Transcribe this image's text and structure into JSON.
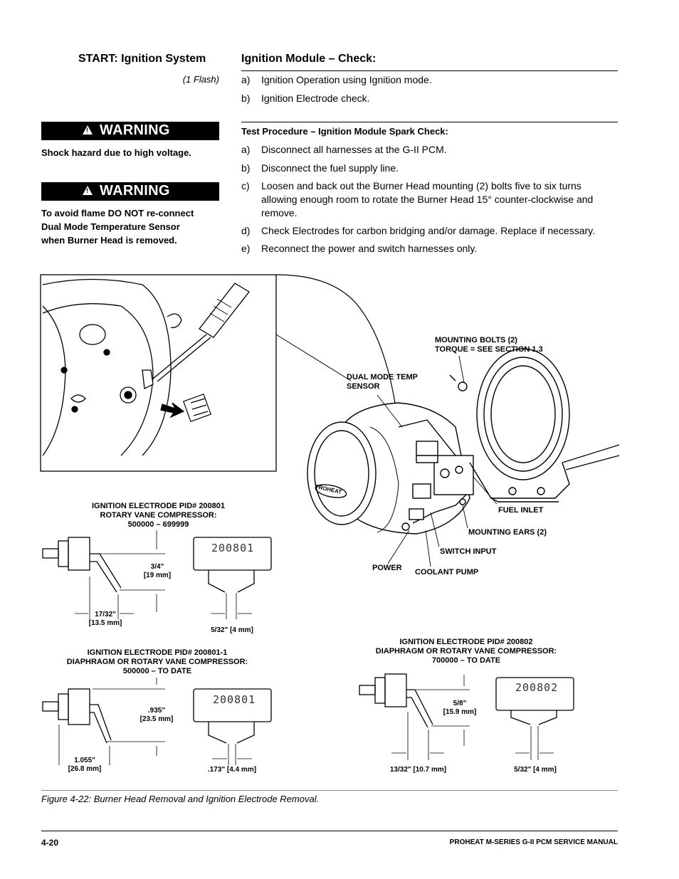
{
  "left": {
    "heading": "START: Ignition System",
    "subheading": "(1 Flash)",
    "warning1": {
      "label": "WARNING",
      "text": "Shock hazard due to high voltage."
    },
    "warning2": {
      "label": "WARNING",
      "lines": [
        "To avoid flame DO NOT re-connect",
        "Dual Mode Temperature Sensor",
        "when Burner Head is removed."
      ]
    }
  },
  "right": {
    "heading": "Ignition Module – Check:",
    "checks": [
      {
        "key": "a)",
        "text": "Ignition Operation using Ignition mode."
      },
      {
        "key": "b)",
        "text": "Ignition Electrode check."
      }
    ],
    "procedure_title": "Test Procedure – Ignition Module Spark Check:",
    "steps": [
      {
        "key": "a)",
        "text": "Disconnect all harnesses at the G-II PCM."
      },
      {
        "key": "b)",
        "text": "Disconnect the fuel supply line."
      },
      {
        "key": "c)",
        "text": "Loosen and back out the Burner Head mounting (2) bolts five to six turns allowing enough room to rotate the Burner Head 15° counter-clockwise and remove."
      },
      {
        "key": "d)",
        "text": "Check Electrodes for carbon bridging and/or damage. Replace if necessary."
      },
      {
        "key": "e)",
        "text": "Reconnect the power and switch harnesses only."
      }
    ]
  },
  "figure": {
    "callouts": {
      "mounting_bolts": [
        "MOUNTING BOLTS (2)",
        "TORQUE = SEE SECTION 1.3"
      ],
      "dual_mode": [
        "DUAL MODE TEMP",
        "SENSOR"
      ],
      "fuel_inlet": "FUEL INLET",
      "mounting_ears": "MOUNTING EARS (2)",
      "switch_input": "SWITCH INPUT",
      "power": "POWER",
      "coolant_pump": "COOLANT PUMP",
      "head_logo": "PROHEAT"
    },
    "electrode1": {
      "title": [
        "IGNITION ELECTRODE PID# 200801",
        "ROTARY VANE COMPRESSOR:",
        "500000 – 699999"
      ],
      "tag": "200801",
      "height_dim": [
        "3/4\"",
        "[19 mm]"
      ],
      "offset_dim": [
        "17/32\"",
        "[13.5 mm]"
      ],
      "gap_dim": "5/32\" [4 mm]"
    },
    "electrode2": {
      "title": [
        "IGNITION ELECTRODE PID# 200801-1",
        "DIAPHRAGM OR ROTARY VANE COMPRESSOR:",
        "500000 – TO DATE"
      ],
      "tag": "200801",
      "height_dim": [
        ".935\"",
        "[23.5 mm]"
      ],
      "offset_dim": [
        "1.055\"",
        "[26.8 mm]"
      ],
      "gap_dim": ".173\" [4.4 mm]"
    },
    "electrode3": {
      "title": [
        "IGNITION ELECTRODE PID# 200802",
        "DIAPHRAGM OR ROTARY VANE COMPRESSOR:",
        "700000 – TO DATE"
      ],
      "tag": "200802",
      "height_dim": [
        "5/8\"",
        "[15.9 mm]"
      ],
      "offset_dim": "13/32\" [10.7 mm]",
      "gap_dim": "5/32\" [4 mm]"
    },
    "caption": "Figure 4-22: Burner Head Removal and Ignition Electrode Removal."
  },
  "footer": {
    "page_number": "4-20",
    "manual_title": "PROHEAT M-SERIES G-II PCM SERVICE MANUAL"
  }
}
